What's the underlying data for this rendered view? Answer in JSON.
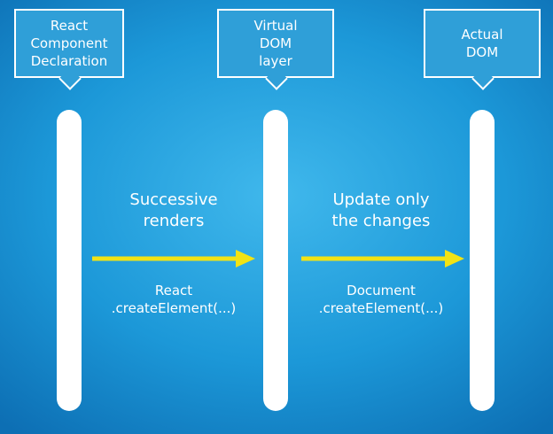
{
  "colors": {
    "background": "#1c98d8",
    "box": "#2f9fd8",
    "lifeline": "#ffffff",
    "arrow": "#f2e314",
    "text": "#ffffff"
  },
  "participants": [
    {
      "label": "React\nComponent\nDeclaration"
    },
    {
      "label": "Virtual\nDOM\nlayer"
    },
    {
      "label": "Actual\nDOM"
    }
  ],
  "messages": [
    {
      "title": "Successive\nrenders",
      "call": "React\n.createElement(...)"
    },
    {
      "title": "Update only\nthe changes",
      "call": "Document\n.createElement(...)"
    }
  ]
}
